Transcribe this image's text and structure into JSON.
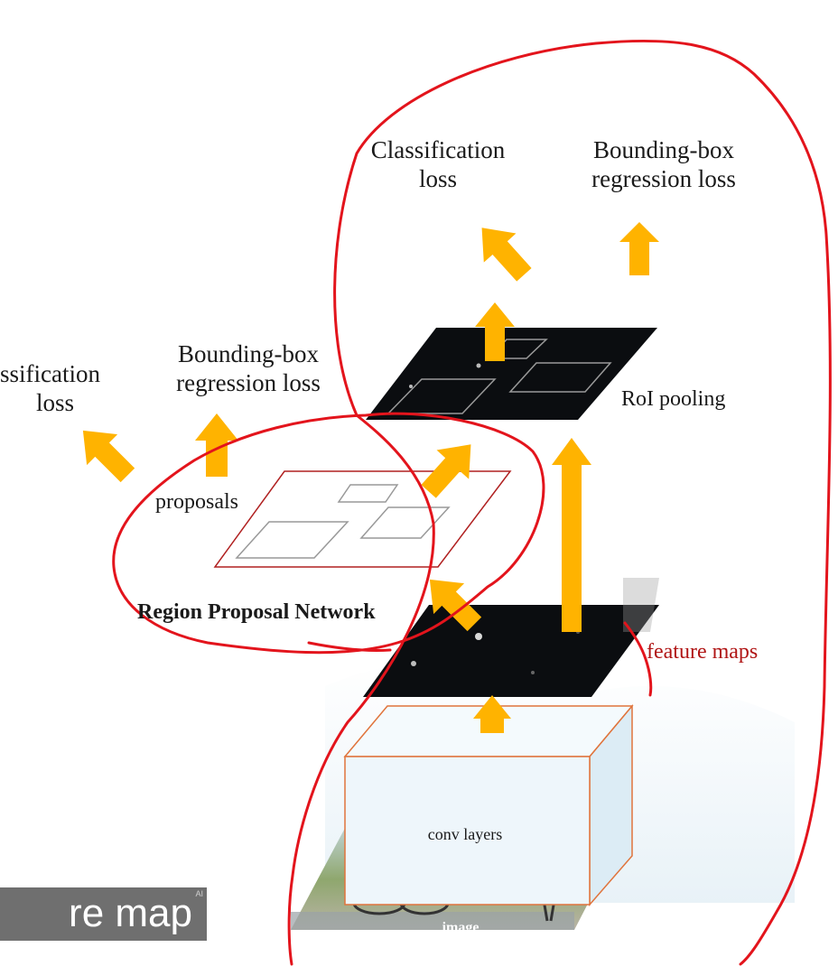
{
  "labels": {
    "top_cls_line1": "Classification",
    "top_cls_line2": "loss",
    "top_bbox_line1": "Bounding-box",
    "top_bbox_line2": "regression loss",
    "left_cls_line1": "ssification",
    "left_cls_line2": "loss",
    "left_bbox_line1": "Bounding-box",
    "left_bbox_line2": "regression loss",
    "roi_pooling": "RoI pooling",
    "proposals": "proposals",
    "rpn": "Region Proposal Network",
    "feature_maps": "feature maps",
    "conv_layers": "conv layers",
    "image": "image"
  },
  "caption": {
    "text": "re map",
    "badge": "AI"
  },
  "colors": {
    "arrow": "#ffb300",
    "annotation": "#e3141c",
    "feature_map": "#0b0d10",
    "proposal_border": "#b02020",
    "conv_fill": "#eef6fb",
    "conv_edge": "#e0743c",
    "caption_bg": "#6f6f6f"
  }
}
